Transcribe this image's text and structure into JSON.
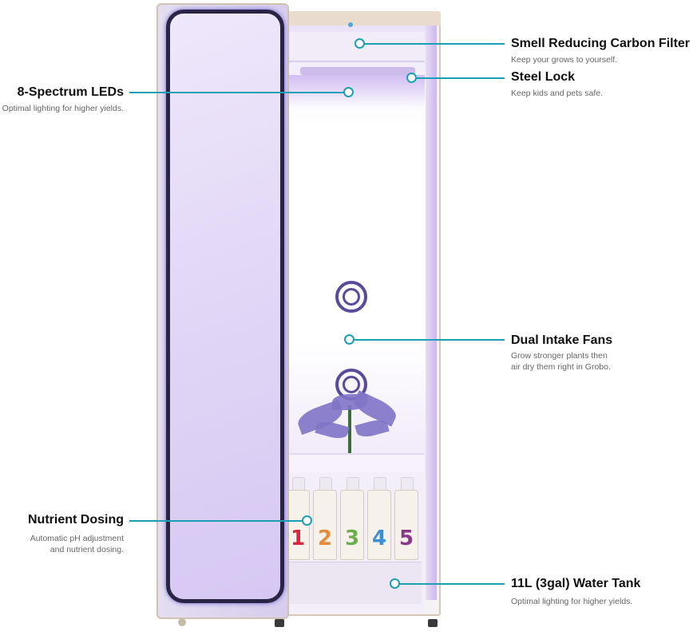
{
  "callouts": {
    "carbon_filter": {
      "title": "Smell Reducing Carbon Filter",
      "desc": "Keep your grows to yourself."
    },
    "steel_lock": {
      "title": "Steel Lock",
      "desc": "Keep kids and pets safe."
    },
    "leds": {
      "title": "8-Spectrum LEDs",
      "desc": "Optimal lighting for higher yields."
    },
    "fans": {
      "title": "Dual Intake Fans",
      "desc_line1": "Grow stronger plants then",
      "desc_line2": "air dry them right in Grobo."
    },
    "nutrient": {
      "title": "Nutrient Dosing",
      "desc_line1": "Automatic pH adjustment",
      "desc_line2": "and nutrient dosing."
    },
    "water_tank": {
      "title": "11L (3gal) Water Tank",
      "desc": "Optimal lighting for higher yields."
    }
  },
  "bottles": [
    {
      "number": "1",
      "color": "#d9283c"
    },
    {
      "number": "2",
      "color": "#e88a3c"
    },
    {
      "number": "3",
      "color": "#69b04a"
    },
    {
      "number": "4",
      "color": "#3b8fd6"
    },
    {
      "number": "5",
      "color": "#8a3a8a"
    }
  ],
  "colors": {
    "accent": "#1a9fb5",
    "led_purple": "#6a5fd0"
  }
}
